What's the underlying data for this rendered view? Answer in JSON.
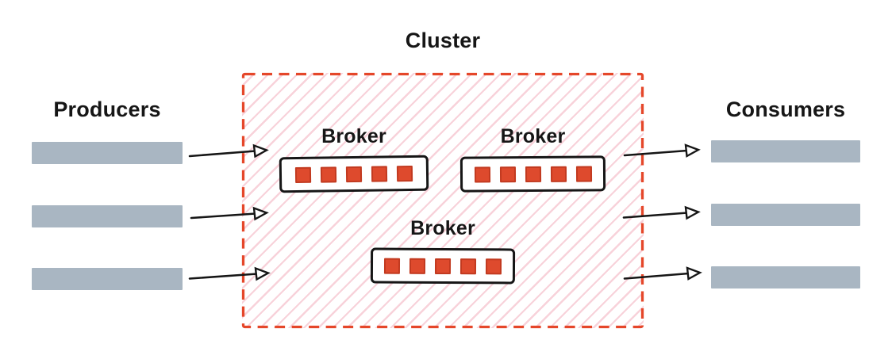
{
  "diagram": {
    "cluster_label": "Cluster",
    "producers": {
      "label": "Producers",
      "bars": 3
    },
    "consumers": {
      "label": "Consumers",
      "bars": 3
    },
    "brokers": [
      {
        "label": "Broker",
        "squares": 5
      },
      {
        "label": "Broker",
        "squares": 5
      },
      {
        "label": "Broker",
        "squares": 5
      }
    ],
    "flows": {
      "producers_to_cluster_arrows": 3,
      "cluster_to_consumers_arrows": 3
    },
    "colors": {
      "accent_red": "#E5472A",
      "partition_fill": "#DE4A2D",
      "partition_border": "#C23A20",
      "hatch_pink": "#F8D2DA",
      "bar_gray": "#A9B6C2",
      "ink_black": "#161616",
      "box_white": "#FFFFFF"
    }
  }
}
